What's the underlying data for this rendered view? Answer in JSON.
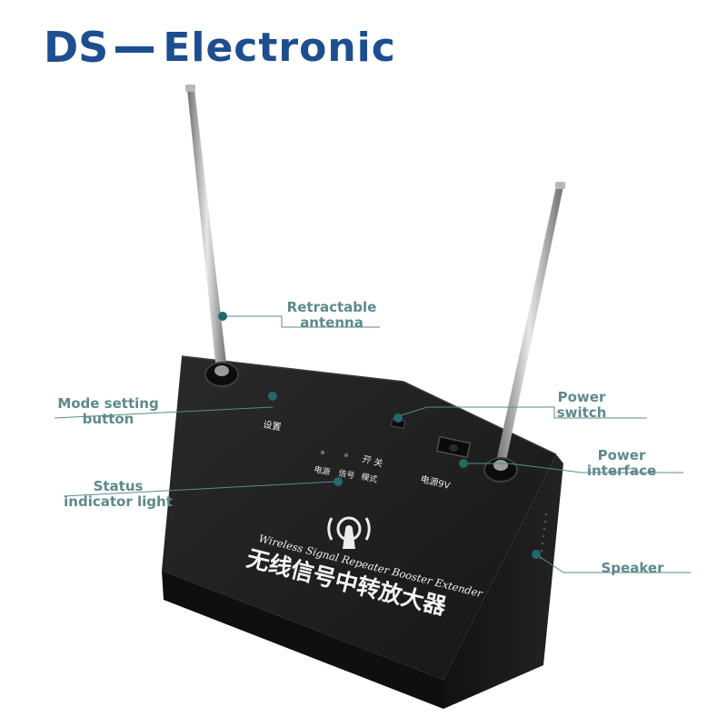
{
  "brand": {
    "ds": "DS",
    "rest": "Electronic",
    "color": "#1d4e8f"
  },
  "callouts": {
    "antenna": [
      "Retractable",
      "antenna"
    ],
    "mode_button": [
      "Mode setting",
      "button"
    ],
    "status_light": [
      "Status",
      "indicator light"
    ],
    "power_switch": [
      "Power",
      "switch"
    ],
    "power_interface": [
      "Power",
      "interface"
    ],
    "speaker": [
      "Speaker"
    ],
    "color": "#5e8a8c",
    "dot_color": "#1f6a6a"
  },
  "device": {
    "set_label": "设置",
    "switch_label": "开  关",
    "indicator_labels": [
      "电源",
      "信号",
      "模式"
    ],
    "power_label": "电源9V",
    "english_name": "Wireless Signal Repeater Booster Extender",
    "chinese_name": "无线信号中转放大器",
    "body_color": "#1b1b1b"
  }
}
